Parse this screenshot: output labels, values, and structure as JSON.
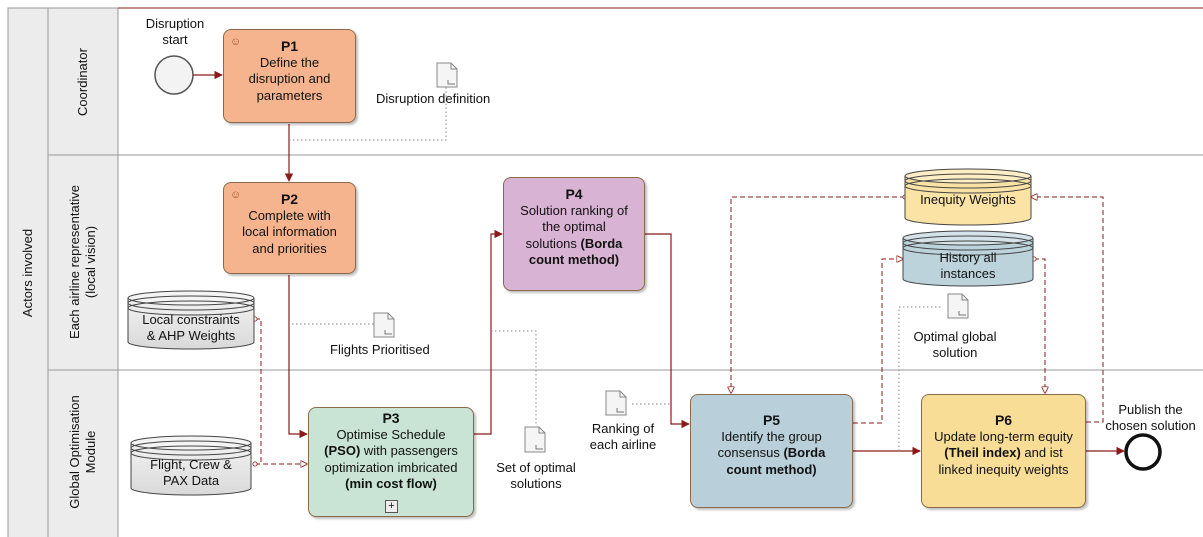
{
  "lanes": {
    "pool_label": "Actors involved",
    "coordinator": "Coordinator",
    "airline_rep_line1": "Each airline representative",
    "airline_rep_line2": "(local vision)",
    "global_line1": "Global Optimisation",
    "global_line2": "Module"
  },
  "events": {
    "start_line1": "Disruption",
    "start_line2": "start",
    "end_line1": "Publish the",
    "end_line2": "chosen solution"
  },
  "tasks": {
    "p1": {
      "code": "P1",
      "line1": "Define the",
      "line2": "disruption and",
      "line3": "parameters"
    },
    "p2": {
      "code": "P2",
      "line1": "Complete with",
      "line2": "local information",
      "line3": "and priorities"
    },
    "p3": {
      "code": "P3",
      "line1": "Optimise Schedule",
      "line2_bold": "(PSO)",
      "line2_rest": " with passengers",
      "line3": "optimization imbricated",
      "line4_bold": "(min cost flow)"
    },
    "p4": {
      "code": "P4",
      "line1": "Solution ranking of",
      "line2": "the optimal",
      "line3_rest": "solutions ",
      "line3_bold": "(Borda",
      "line4_bold": "count method)"
    },
    "p5": {
      "code": "P5",
      "line1": "Identify the group",
      "line2_rest": "consensus ",
      "line2_bold": "(Borda",
      "line3_bold": "count method)"
    },
    "p6": {
      "code": "P6",
      "line1": "Update long-term equity",
      "line2_bold": "(Theil index)",
      "line2_rest": " and ist",
      "line3": "linked inequity weights"
    }
  },
  "data_objects": {
    "disruption_definition": "Disruption definition",
    "flights_prioritised": "Flights Prioritised",
    "set_optimal_line1": "Set of optimal",
    "set_optimal_line2": "solutions",
    "ranking_line1": "Ranking of",
    "ranking_line2": "each airline",
    "optimal_global_line1": "Optimal global",
    "optimal_global_line2": "solution"
  },
  "data_stores": {
    "local_constraints_line1": "Local constraints",
    "local_constraints_line2": "& AHP Weights",
    "flight_crew_line1": "Flight, Crew &",
    "flight_crew_line2": "PAX Data",
    "inequity_weights": "Inequity Weights",
    "history_line1": "History all",
    "history_line2": "instances"
  },
  "colors": {
    "p1_p2_fill": "#f6b48e",
    "p3_fill": "#c9e4d4",
    "p4_fill": "#d9b3d4",
    "p5_fill": "#b9cfd9",
    "p6_fill": "#f8dd96",
    "flow_line": "#8b1a1a",
    "lane_header": "#ececec"
  }
}
